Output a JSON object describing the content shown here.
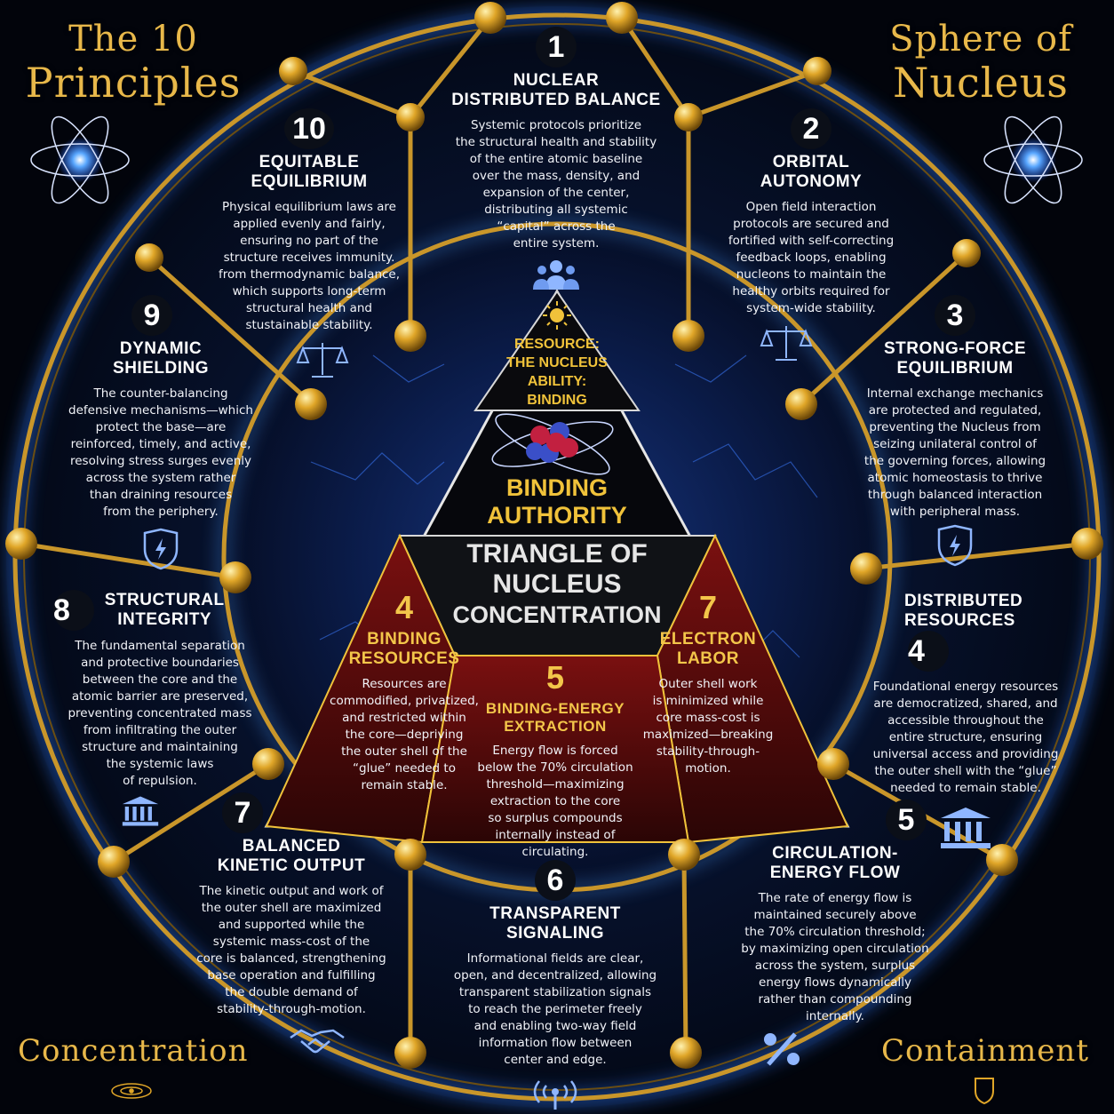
{
  "corners": {
    "top_left": {
      "line1": "The 10",
      "line2": "Principles"
    },
    "top_right": {
      "line1": "Sphere of",
      "line2": "Nucleus"
    },
    "bottom_left": "Concentration",
    "bottom_right": "Containment"
  },
  "principles": [
    {
      "num": "1",
      "title1": "Nuclear",
      "title2": "Distributed Balance",
      "body": [
        "Systemic protocols prioritize",
        "the structural health and stability",
        "of the entire atomic baseline",
        "over the mass, density, and",
        "expansion of the center,",
        "distributing all systemic",
        "“capital” across the",
        "entire system."
      ],
      "icon": "people-icon"
    },
    {
      "num": "2",
      "title1": "Orbital",
      "title2": "Autonomy",
      "body": [
        "Open field interaction",
        "protocols are secured and",
        "fortified with self-correcting",
        "feedback loops, enabling",
        "nucleons to maintain the",
        "healthy orbits required for",
        "system-wide stability."
      ],
      "icon": "scales-icon"
    },
    {
      "num": "3",
      "title1": "Strong-Force",
      "title2": "Equilibrium",
      "body": [
        "Internal exchange mechanics",
        "are protected and regulated,",
        "preventing the Nucleus from",
        "seizing unilateral control of",
        "the governing forces, allowing",
        "atomic homeostasis to thrive",
        "through balanced interaction",
        "with peripheral mass."
      ],
      "icon": "shield-icon"
    },
    {
      "num": "4",
      "title1": "Distributed",
      "title2": "Resources",
      "body": [
        "Foundational energy resources",
        "are democratized, shared, and",
        "accessible throughout the",
        "entire structure, ensuring",
        "universal access and providing",
        "the outer shell with the “glue”",
        "needed to remain stable."
      ],
      "icon": "institution-icon"
    },
    {
      "num": "5",
      "title1": "Circulation-",
      "title2": "Energy Flow",
      "body": [
        "The rate of energy flow is",
        "maintained securely above",
        "the 70% circulation threshold;",
        "by maximizing open circulation",
        "across the system, surplus",
        "energy flows dynamically",
        "rather than compounding",
        "internally."
      ],
      "icon": "percent-icon"
    },
    {
      "num": "6",
      "title1": "Transparent",
      "title2": "Signaling",
      "body": [
        "Informational fields are clear,",
        "open, and decentralized, allowing",
        "transparent stabilization signals",
        "to reach the perimeter freely",
        "and enabling two-way field",
        "information flow between",
        "center and edge."
      ],
      "icon": "signal-icon"
    },
    {
      "num": "7",
      "title1": "Balanced",
      "title2": "Kinetic Output",
      "body": [
        "The kinetic output and work of",
        "the outer shell are maximized",
        "and supported while the",
        "systemic mass-cost of the",
        "core is balanced, strengthening",
        "base operation and fulfilling",
        "the double demand of",
        "stability-through-motion."
      ],
      "icon": "handshake-icon"
    },
    {
      "num": "8",
      "title1": "Structural",
      "title2": "Integrity",
      "body": [
        "The fundamental separation",
        "and protective boundaries",
        "between the core and the",
        "atomic barrier are preserved,",
        "preventing concentrated mass",
        "from infiltrating the outer",
        "structure and maintaining",
        "the systemic laws",
        "of repulsion."
      ],
      "icon": "institution-icon"
    },
    {
      "num": "9",
      "title1": "Dynamic",
      "title2": "Shielding",
      "body": [
        "The counter-balancing",
        "defensive mechanisms—which",
        "protect the base—are",
        "reinforced, timely, and active,",
        "resolving stress surges evenly",
        "across the system rather",
        "than draining resources",
        "from the periphery."
      ],
      "icon": "shield-icon"
    },
    {
      "num": "10",
      "title1": "Equitable",
      "title2": "Equilibrium",
      "body": [
        "Physical equilibrium laws are",
        "applied evenly and fairly,",
        "ensuring no part of the",
        "structure receives immunity.",
        "from thermodynamic balance,",
        "which supports long-term",
        "structural health and",
        "stustainable stability."
      ],
      "icon": "scales-icon"
    }
  ],
  "triangle": {
    "apex": {
      "line1": "Resource:",
      "line2": "The Nucleus",
      "line3": "Ability:",
      "line4": "Binding"
    },
    "authority": {
      "line1": "Binding",
      "line2": "Authority"
    },
    "center": {
      "line1": "Triangle of",
      "line2": "Nucleus",
      "line3": "Concentration"
    },
    "left": {
      "num": "4",
      "title1": "Binding",
      "title2": "Resources",
      "body": [
        "Resources are",
        "commodified, privatized,",
        "and restricted within",
        "the core—depriving",
        "the outer shell of the",
        "“glue” needed to",
        "remain stable."
      ]
    },
    "middle": {
      "num": "5",
      "title1": "Binding-Energy",
      "title2": "Extraction",
      "body": [
        "Energy flow is forced",
        "below the 70% circulation",
        "threshold—maximizing",
        "extraction to the core",
        "so surplus compounds",
        "internally instead of",
        "circulating."
      ]
    },
    "right": {
      "num": "7",
      "title1": "Electron",
      "title2": "Labor",
      "body": [
        "Outer shell work",
        "is minimized while",
        "core mass-cost is",
        "maximized—breaking",
        "stability-through-",
        "motion."
      ]
    }
  },
  "colors": {
    "gold": "#f0c23a",
    "blue_glow": "#2f7bff",
    "red": "#6a0d0d",
    "text": "#ffffff"
  }
}
